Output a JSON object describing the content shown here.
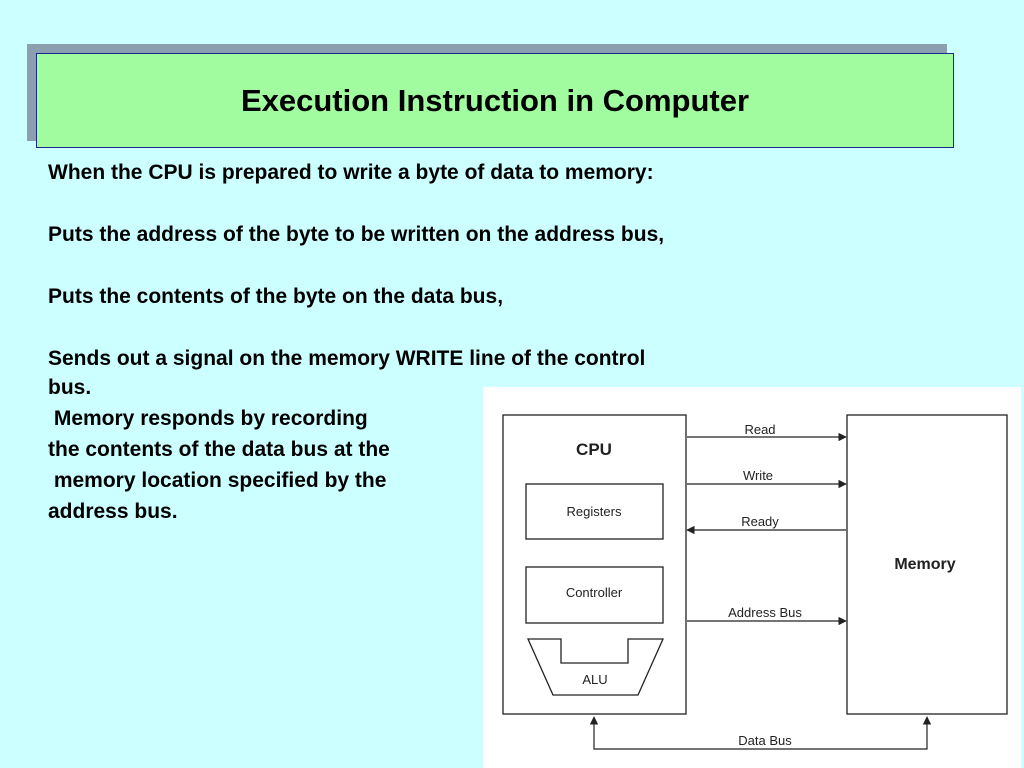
{
  "title": "Execution Instruction in Computer",
  "paragraphs": {
    "p1": "When the CPU is prepared to write a byte of data to memory:",
    "p2": "Puts the address of the byte to be written on the address bus,",
    "p3": "Puts the contents of the byte on the data bus,",
    "p4_line1": "Sends out a signal on the memory WRITE line of the control",
    "p4_line2": "bus.",
    "p5_lines": [
      " Memory responds by recording",
      "the contents of the data bus at the",
      " memory location specified by the",
      "address bus."
    ]
  },
  "diagram": {
    "cpu_label": "CPU",
    "registers_label": "Registers",
    "controller_label": "Controller",
    "alu_label": "ALU",
    "memory_label": "Memory",
    "signals": {
      "read": "Read",
      "write": "Write",
      "ready": "Ready",
      "address_bus": "Address Bus",
      "data_bus": "Data Bus"
    },
    "line_color": "#222222"
  }
}
